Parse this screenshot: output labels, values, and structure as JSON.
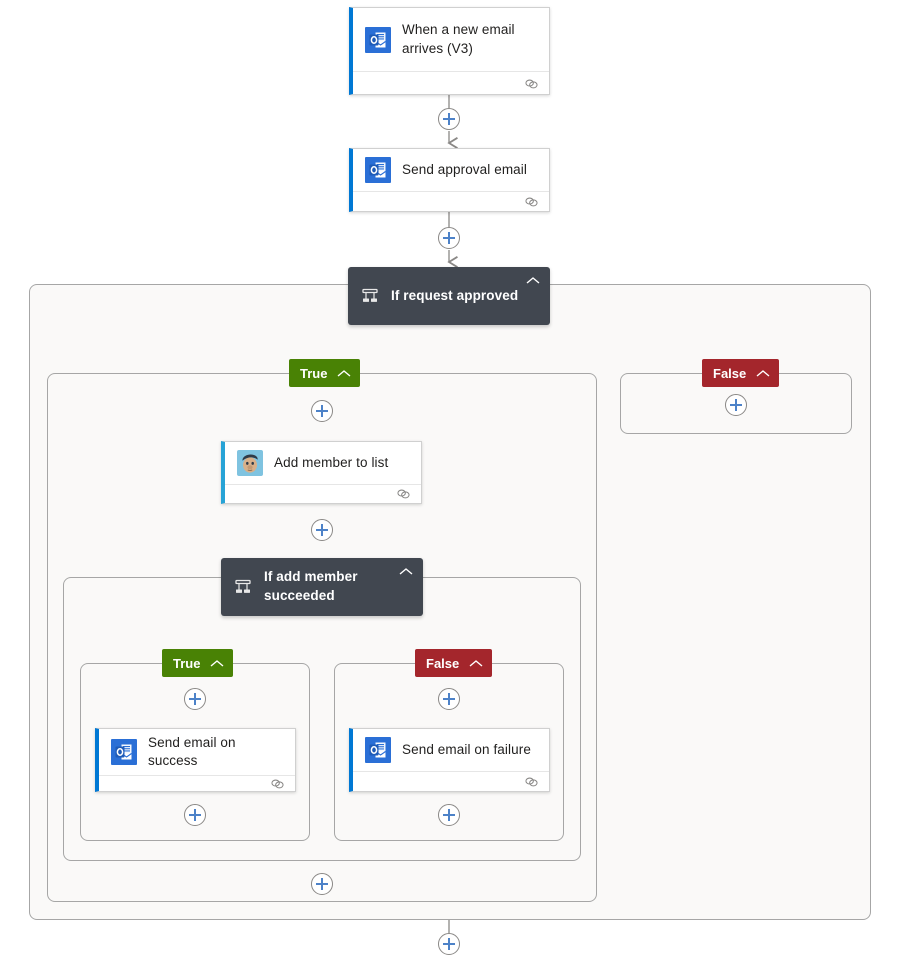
{
  "flow": {
    "title": "Power Automate flow designer canvas",
    "colors": {
      "accent_blue": "#0078d4",
      "mailchimp_cyan": "#27a3d6",
      "condition_dark": "#414750",
      "true_green": "#498205",
      "false_red": "#a4262c",
      "scope_fill": "#faf9f8",
      "scope_border": "#a6a6a6",
      "plus_blue": "#4d82c8",
      "connector_gray": "#8a8886"
    },
    "nodes": [
      {
        "id": "trigger",
        "type": "action",
        "connector": "outlook",
        "title": "When a new email arrives (V3)",
        "footer_icon": "link-icon"
      },
      {
        "id": "approval",
        "type": "action",
        "connector": "outlook",
        "title": "Send approval email",
        "footer_icon": "link-icon"
      },
      {
        "id": "cond_request",
        "type": "condition",
        "title": "If request approved",
        "chevron": "chevron-up-icon",
        "icon": "condition-icon"
      },
      {
        "id": "add_member",
        "type": "action",
        "connector": "mailchimp",
        "title": "Add member to list",
        "footer_icon": "link-icon"
      },
      {
        "id": "cond_add",
        "type": "condition",
        "title": "If add member succeeded",
        "chevron": "chevron-up-icon",
        "icon": "condition-icon"
      },
      {
        "id": "mail_success",
        "type": "action",
        "connector": "outlook",
        "title": "Send email on success",
        "footer_icon": "link-icon"
      },
      {
        "id": "mail_failure",
        "type": "action",
        "connector": "outlook",
        "title": "Send email on failure",
        "footer_icon": "link-icon"
      }
    ],
    "branches": [
      {
        "id": "req_true",
        "label": "True",
        "kind": "true",
        "parent": "cond_request"
      },
      {
        "id": "req_false",
        "label": "False",
        "kind": "false",
        "parent": "cond_request"
      },
      {
        "id": "add_true",
        "label": "True",
        "kind": "true",
        "parent": "cond_add"
      },
      {
        "id": "add_false",
        "label": "False",
        "kind": "false",
        "parent": "cond_add"
      }
    ],
    "insert_buttons": [
      {
        "id": "plus_trigger_approval",
        "label": "+"
      },
      {
        "id": "plus_approval_cond",
        "label": "+"
      },
      {
        "id": "plus_true_top",
        "label": "+"
      },
      {
        "id": "plus_false_branch",
        "label": "+"
      },
      {
        "id": "plus_addmember_cond",
        "label": "+"
      },
      {
        "id": "plus_add_true_top",
        "label": "+"
      },
      {
        "id": "plus_add_false_top",
        "label": "+"
      },
      {
        "id": "plus_add_true_bottom",
        "label": "+"
      },
      {
        "id": "plus_add_false_bottom",
        "label": "+"
      },
      {
        "id": "plus_true_bottom",
        "label": "+"
      },
      {
        "id": "plus_flow_bottom",
        "label": "+"
      }
    ]
  }
}
